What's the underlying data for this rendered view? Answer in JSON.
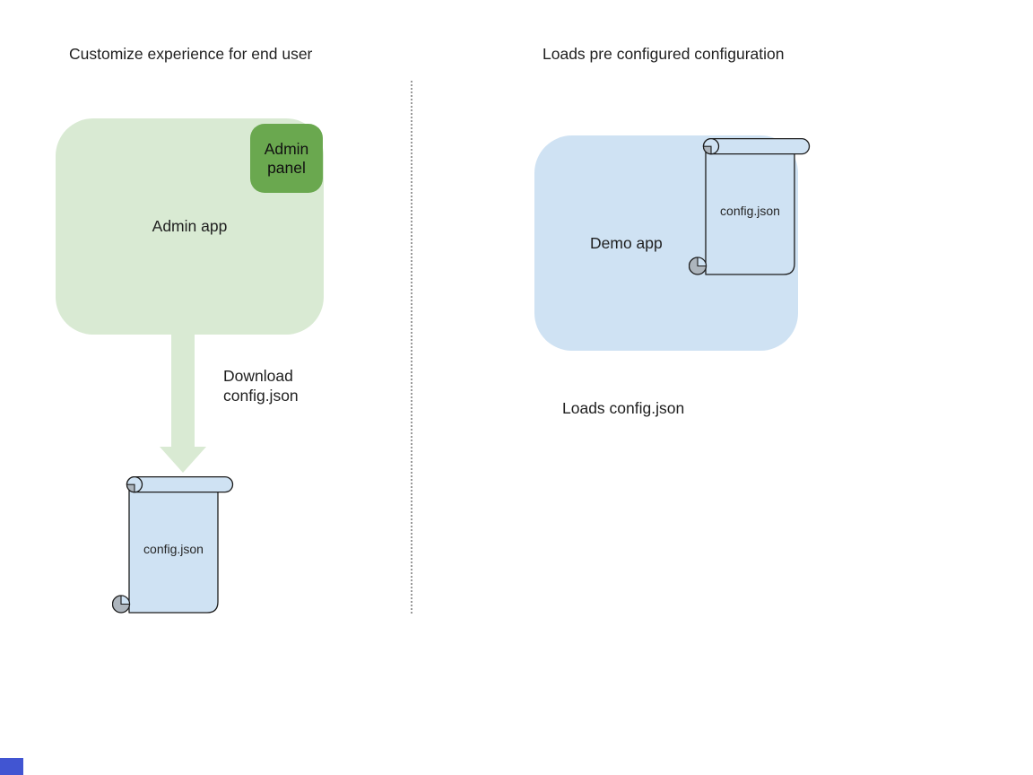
{
  "left": {
    "title": "Customize experience for end user",
    "admin_app_label": "Admin app",
    "admin_panel_label": "Admin panel",
    "download_caption": "Download config.json",
    "config_file_label": "config.json"
  },
  "right": {
    "title": "Loads pre configured configuration",
    "demo_app_label": "Demo app",
    "config_file_label": "config.json",
    "caption": "Loads config.json"
  },
  "colors": {
    "admin_app_fill": "#d9ead3",
    "admin_panel_fill": "#6aa84f",
    "demo_app_fill": "#cfe2f3",
    "scroll_fill": "#cfe2f3",
    "scroll_stroke": "#1c1c1c",
    "curl_gray": "#adb5bd",
    "arrow_fill": "#d9ead3",
    "divider_gray": "#999999",
    "text": "#1f1f1f",
    "corner_marker_blue": "#4155d2"
  }
}
